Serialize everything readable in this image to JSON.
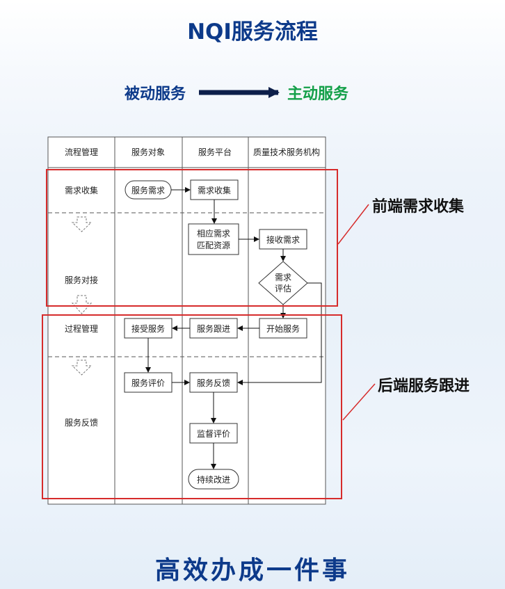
{
  "title": "NQI服务流程",
  "subtitle": {
    "from": "被动服务",
    "to": "主动服务"
  },
  "columns": [
    "流程管理",
    "服务对象",
    "服务平台",
    "质量技术服务机构"
  ],
  "stages": [
    "需求收集",
    "服务对接",
    "过程管理",
    "服务反馈"
  ],
  "nodes": {
    "service_demand": "服务需求",
    "demand_collect": "需求收集",
    "match_resource_line1": "相应需求",
    "match_resource_line2": "匹配资源",
    "receive_demand": "接收需求",
    "evaluate_line1": "需求",
    "evaluate_line2": "评估",
    "start_service": "开始服务",
    "service_followup": "服务跟进",
    "accept_service": "接受服务",
    "service_evaluation": "服务评价",
    "service_feedback": "服务反馈",
    "supervise_evaluate": "监督评价",
    "continuous_improve": "持续改进"
  },
  "callouts": {
    "top": "前端需求收集",
    "bottom": "后端服务跟进"
  },
  "slogan": "高效办成一件事",
  "colors": {
    "title": "#0d3a8a",
    "accent_green": "#14a049",
    "highlight_red": "#d62b2b"
  }
}
